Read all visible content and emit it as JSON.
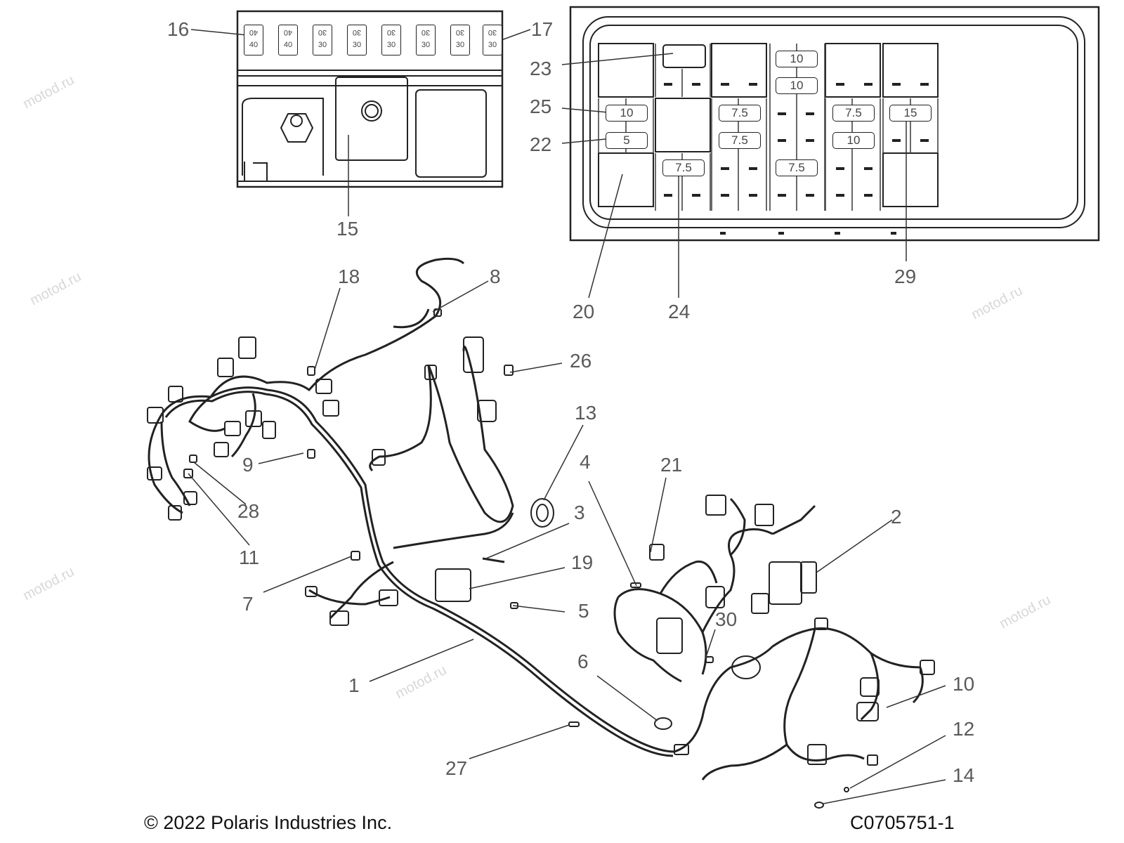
{
  "watermark": "motod.ru",
  "copyright": "© 2022 Polaris Industries Inc.",
  "diagram_code": "C0705751-1",
  "callouts": {
    "c1": "1",
    "c2": "2",
    "c3": "3",
    "c4": "4",
    "c5": "5",
    "c6": "6",
    "c7": "7",
    "c8": "8",
    "c9": "9",
    "c10": "10",
    "c11": "11",
    "c12": "12",
    "c13": "13",
    "c14": "14",
    "c15": "15",
    "c16": "16",
    "c17": "17",
    "c18": "18",
    "c19": "19",
    "c20": "20",
    "c21": "21",
    "c22": "22",
    "c23": "23",
    "c24": "24",
    "c25": "25",
    "c26": "26",
    "c27": "27",
    "c28": "28",
    "c29": "29",
    "c30": "30"
  },
  "maxi_fuses": [
    "40",
    "40",
    "30",
    "30",
    "30",
    "30",
    "30",
    "30"
  ],
  "fuse_box": {
    "f_top1": "10",
    "f_top2": "10",
    "f_25": "10",
    "f_22": "5",
    "f_75a": "7.5",
    "f_75b": "7.5",
    "f_75c": "7.5",
    "f_75d": "7.5",
    "f_75e": "7.5",
    "f_10b": "10",
    "f_15": "15"
  }
}
